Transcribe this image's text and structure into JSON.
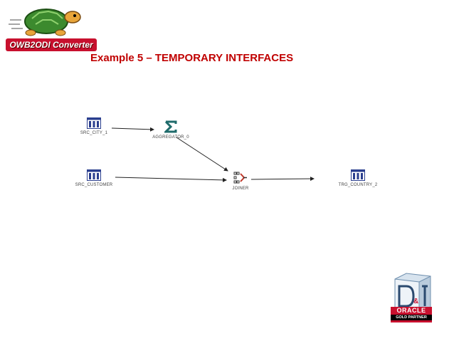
{
  "logo": {
    "text": "OWB2ODI Converter"
  },
  "slide": {
    "title": "Example 5 – TEMPORARY INTERFACES"
  },
  "diagram": {
    "nodes": {
      "src_city": {
        "label": "SRC_CITY_1",
        "icon": "table-icon"
      },
      "aggregator": {
        "label": "AGGREGATOR_0",
        "icon": "sigma-icon"
      },
      "src_customer": {
        "label": "SRC_CUSTOMER",
        "icon": "table-icon"
      },
      "joiner": {
        "label": "JOINER",
        "icon": "joiner-icon"
      },
      "trg_country": {
        "label": "TRG_COUNTRY_2",
        "icon": "table-icon"
      }
    },
    "edges": [
      {
        "from": "src_city",
        "to": "aggregator"
      },
      {
        "from": "aggregator",
        "to": "joiner"
      },
      {
        "from": "src_customer",
        "to": "joiner"
      },
      {
        "from": "joiner",
        "to": "trg_country"
      }
    ]
  },
  "partner": {
    "brand": "ORACLE",
    "tier": "GOLD PARTNER"
  },
  "colors": {
    "title": "#c00000",
    "logo_bg": "#c8102e",
    "sigma": "#1f6b6b",
    "table_icon": "#2b3f8f"
  }
}
